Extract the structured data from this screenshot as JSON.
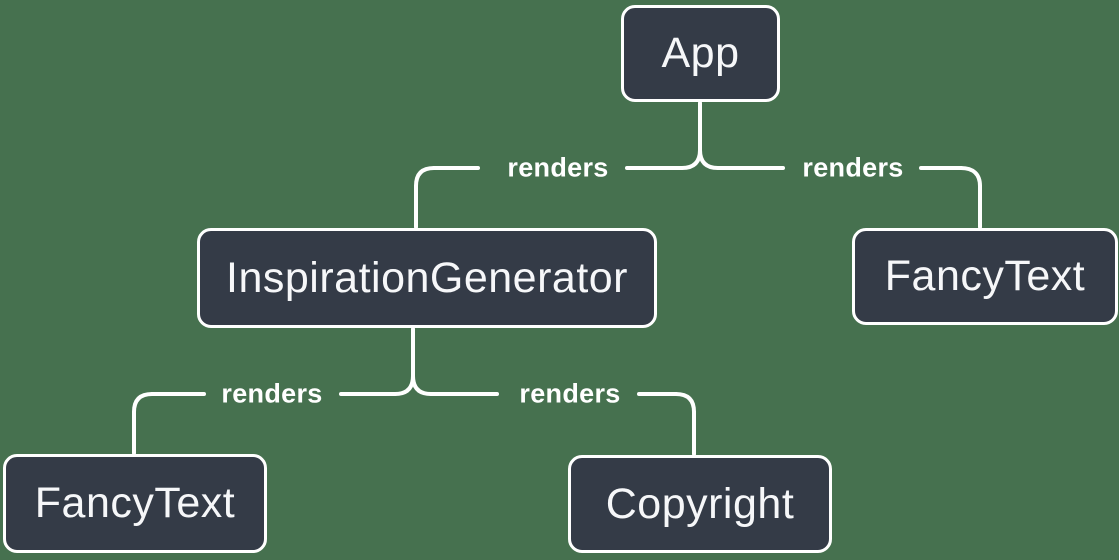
{
  "diagram": {
    "type": "tree",
    "colors": {
      "background": "#46714F",
      "node_fill": "#343B47",
      "node_border": "#FFFFFF",
      "connector_line": "#FFFFFF",
      "node_text": "#F6F7F9",
      "edge_label_text": "#FFFFFF"
    },
    "nodes": [
      {
        "id": "app",
        "label": "App"
      },
      {
        "id": "inspiration-generator",
        "label": "InspirationGenerator"
      },
      {
        "id": "fancy-text-right",
        "label": "FancyText"
      },
      {
        "id": "fancy-text-left",
        "label": "FancyText"
      },
      {
        "id": "copyright",
        "label": "Copyright"
      }
    ],
    "edges": [
      {
        "from": "App",
        "to": "InspirationGenerator",
        "label": "renders"
      },
      {
        "from": "App",
        "to": "FancyText",
        "label": "renders"
      },
      {
        "from": "InspirationGenerator",
        "to": "FancyText",
        "label": "renders"
      },
      {
        "from": "InspirationGenerator",
        "to": "Copyright",
        "label": "renders"
      }
    ]
  }
}
